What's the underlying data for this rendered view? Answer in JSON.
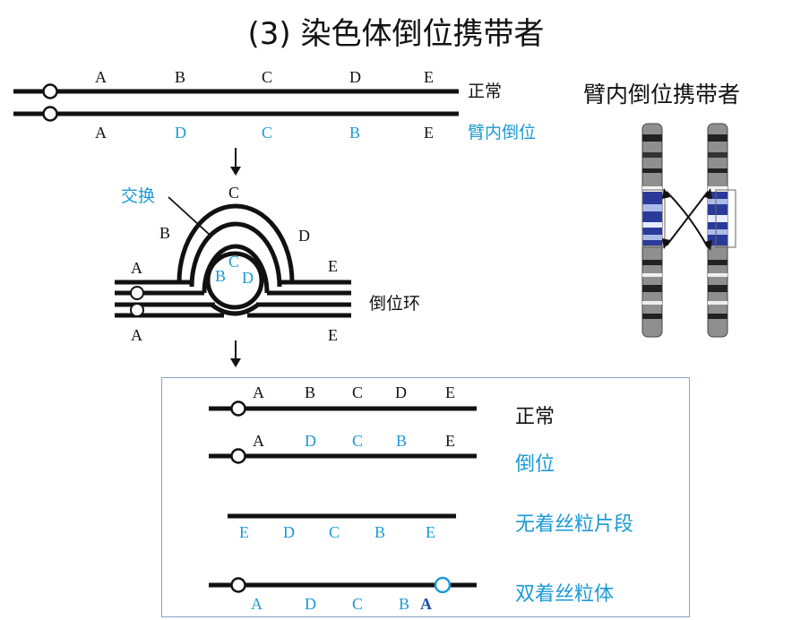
{
  "title": "(3) 染色体倒位携带者",
  "top_section": {
    "normal_label": "正常",
    "inversion_label": "臂内倒位",
    "normal_genes": [
      "A",
      "B",
      "C",
      "D",
      "E"
    ],
    "inverted_genes": [
      "A",
      "D",
      "C",
      "B",
      "E"
    ]
  },
  "loop_section": {
    "crossover_label": "交换",
    "loop_label": "倒位环",
    "outer_letters": {
      "a_top": "A",
      "b": "B",
      "c": "C",
      "d": "D",
      "e_top": "E",
      "a_bottom": "A",
      "e_bottom": "E"
    },
    "inner_letters": [
      "B",
      "C",
      "D"
    ]
  },
  "right_section": {
    "heading": "臂内倒位携带者"
  },
  "result_panel": {
    "rows": [
      {
        "label": "正常",
        "genes": [
          "A",
          "B",
          "C",
          "D",
          "E"
        ]
      },
      {
        "label": "倒位",
        "genes": [
          "A",
          "D",
          "C",
          "B",
          "E"
        ]
      },
      {
        "label": "无着丝粒片段",
        "genes": [
          "E",
          "D",
          "C",
          "B",
          "E"
        ]
      },
      {
        "label": "双着丝粒体",
        "genes": [
          "A",
          "D",
          "C",
          "B",
          "A"
        ]
      }
    ]
  }
}
